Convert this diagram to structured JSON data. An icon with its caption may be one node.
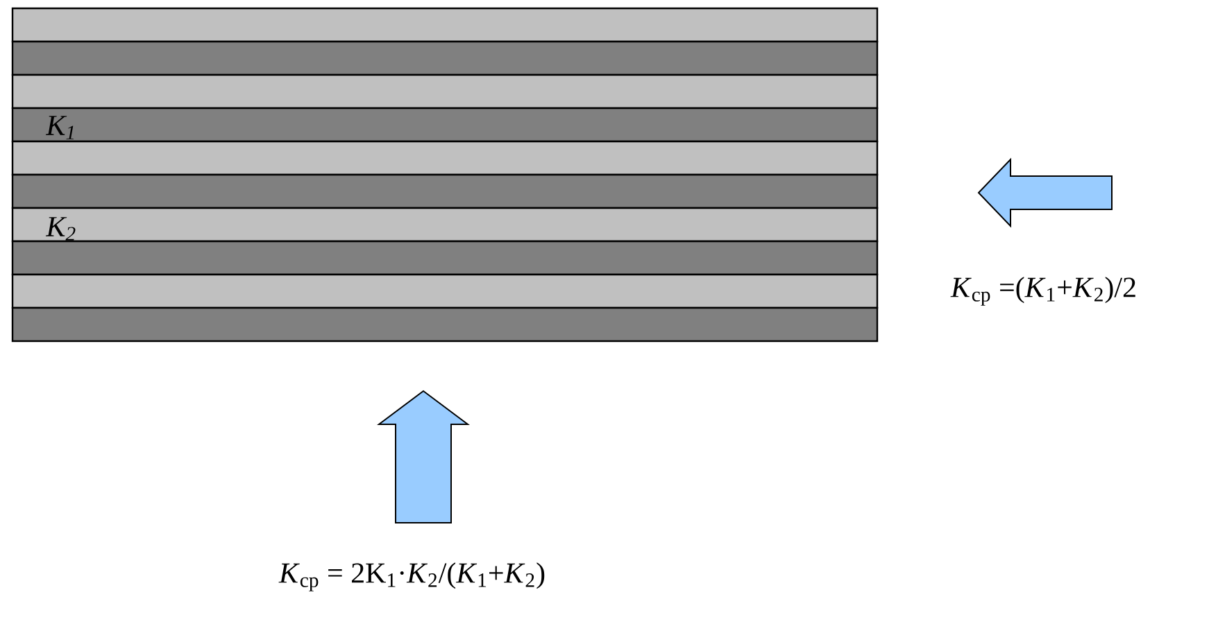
{
  "diagram": {
    "labels": [
      "K$_{1}$",
      "K$_{2}$",
      "*K*$_{cp}$ =(*K*$_{1}$+*K*$_{2}$)/2",
      "*K*$_{cp}$ = 2K$_{1}$·*K*$_{2}$/(*K*$_{1}$+*K*$_{2}$)"
    ]
  }
}
